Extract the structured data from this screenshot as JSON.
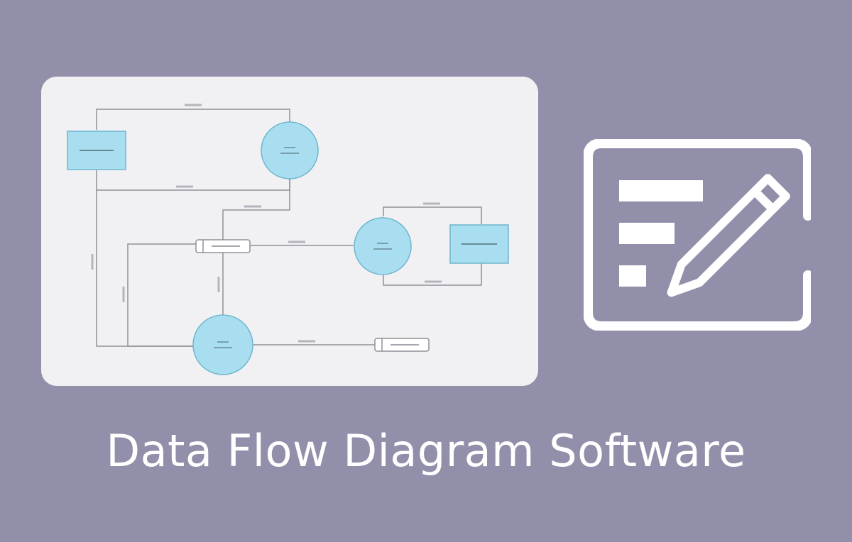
{
  "banner": {
    "title": "Data Flow Diagram Software",
    "background_color": "#928faa",
    "card_color": "#f1f1f3"
  },
  "diagram": {
    "node_fill": "#a8def0",
    "node_stroke": "#6fb6cf",
    "line_color": "#8f8f99",
    "entities": [
      {
        "id": "entity-left",
        "label": ""
      },
      {
        "id": "entity-right",
        "label": ""
      }
    ],
    "processes": [
      {
        "id": "process-top",
        "label": ""
      },
      {
        "id": "process-middle",
        "label": ""
      },
      {
        "id": "process-bottom",
        "label": ""
      }
    ],
    "data_stores": [
      {
        "id": "store-center",
        "label": ""
      },
      {
        "id": "store-right",
        "label": ""
      }
    ]
  },
  "icon": {
    "name": "edit-document-icon",
    "color": "#ffffff"
  }
}
